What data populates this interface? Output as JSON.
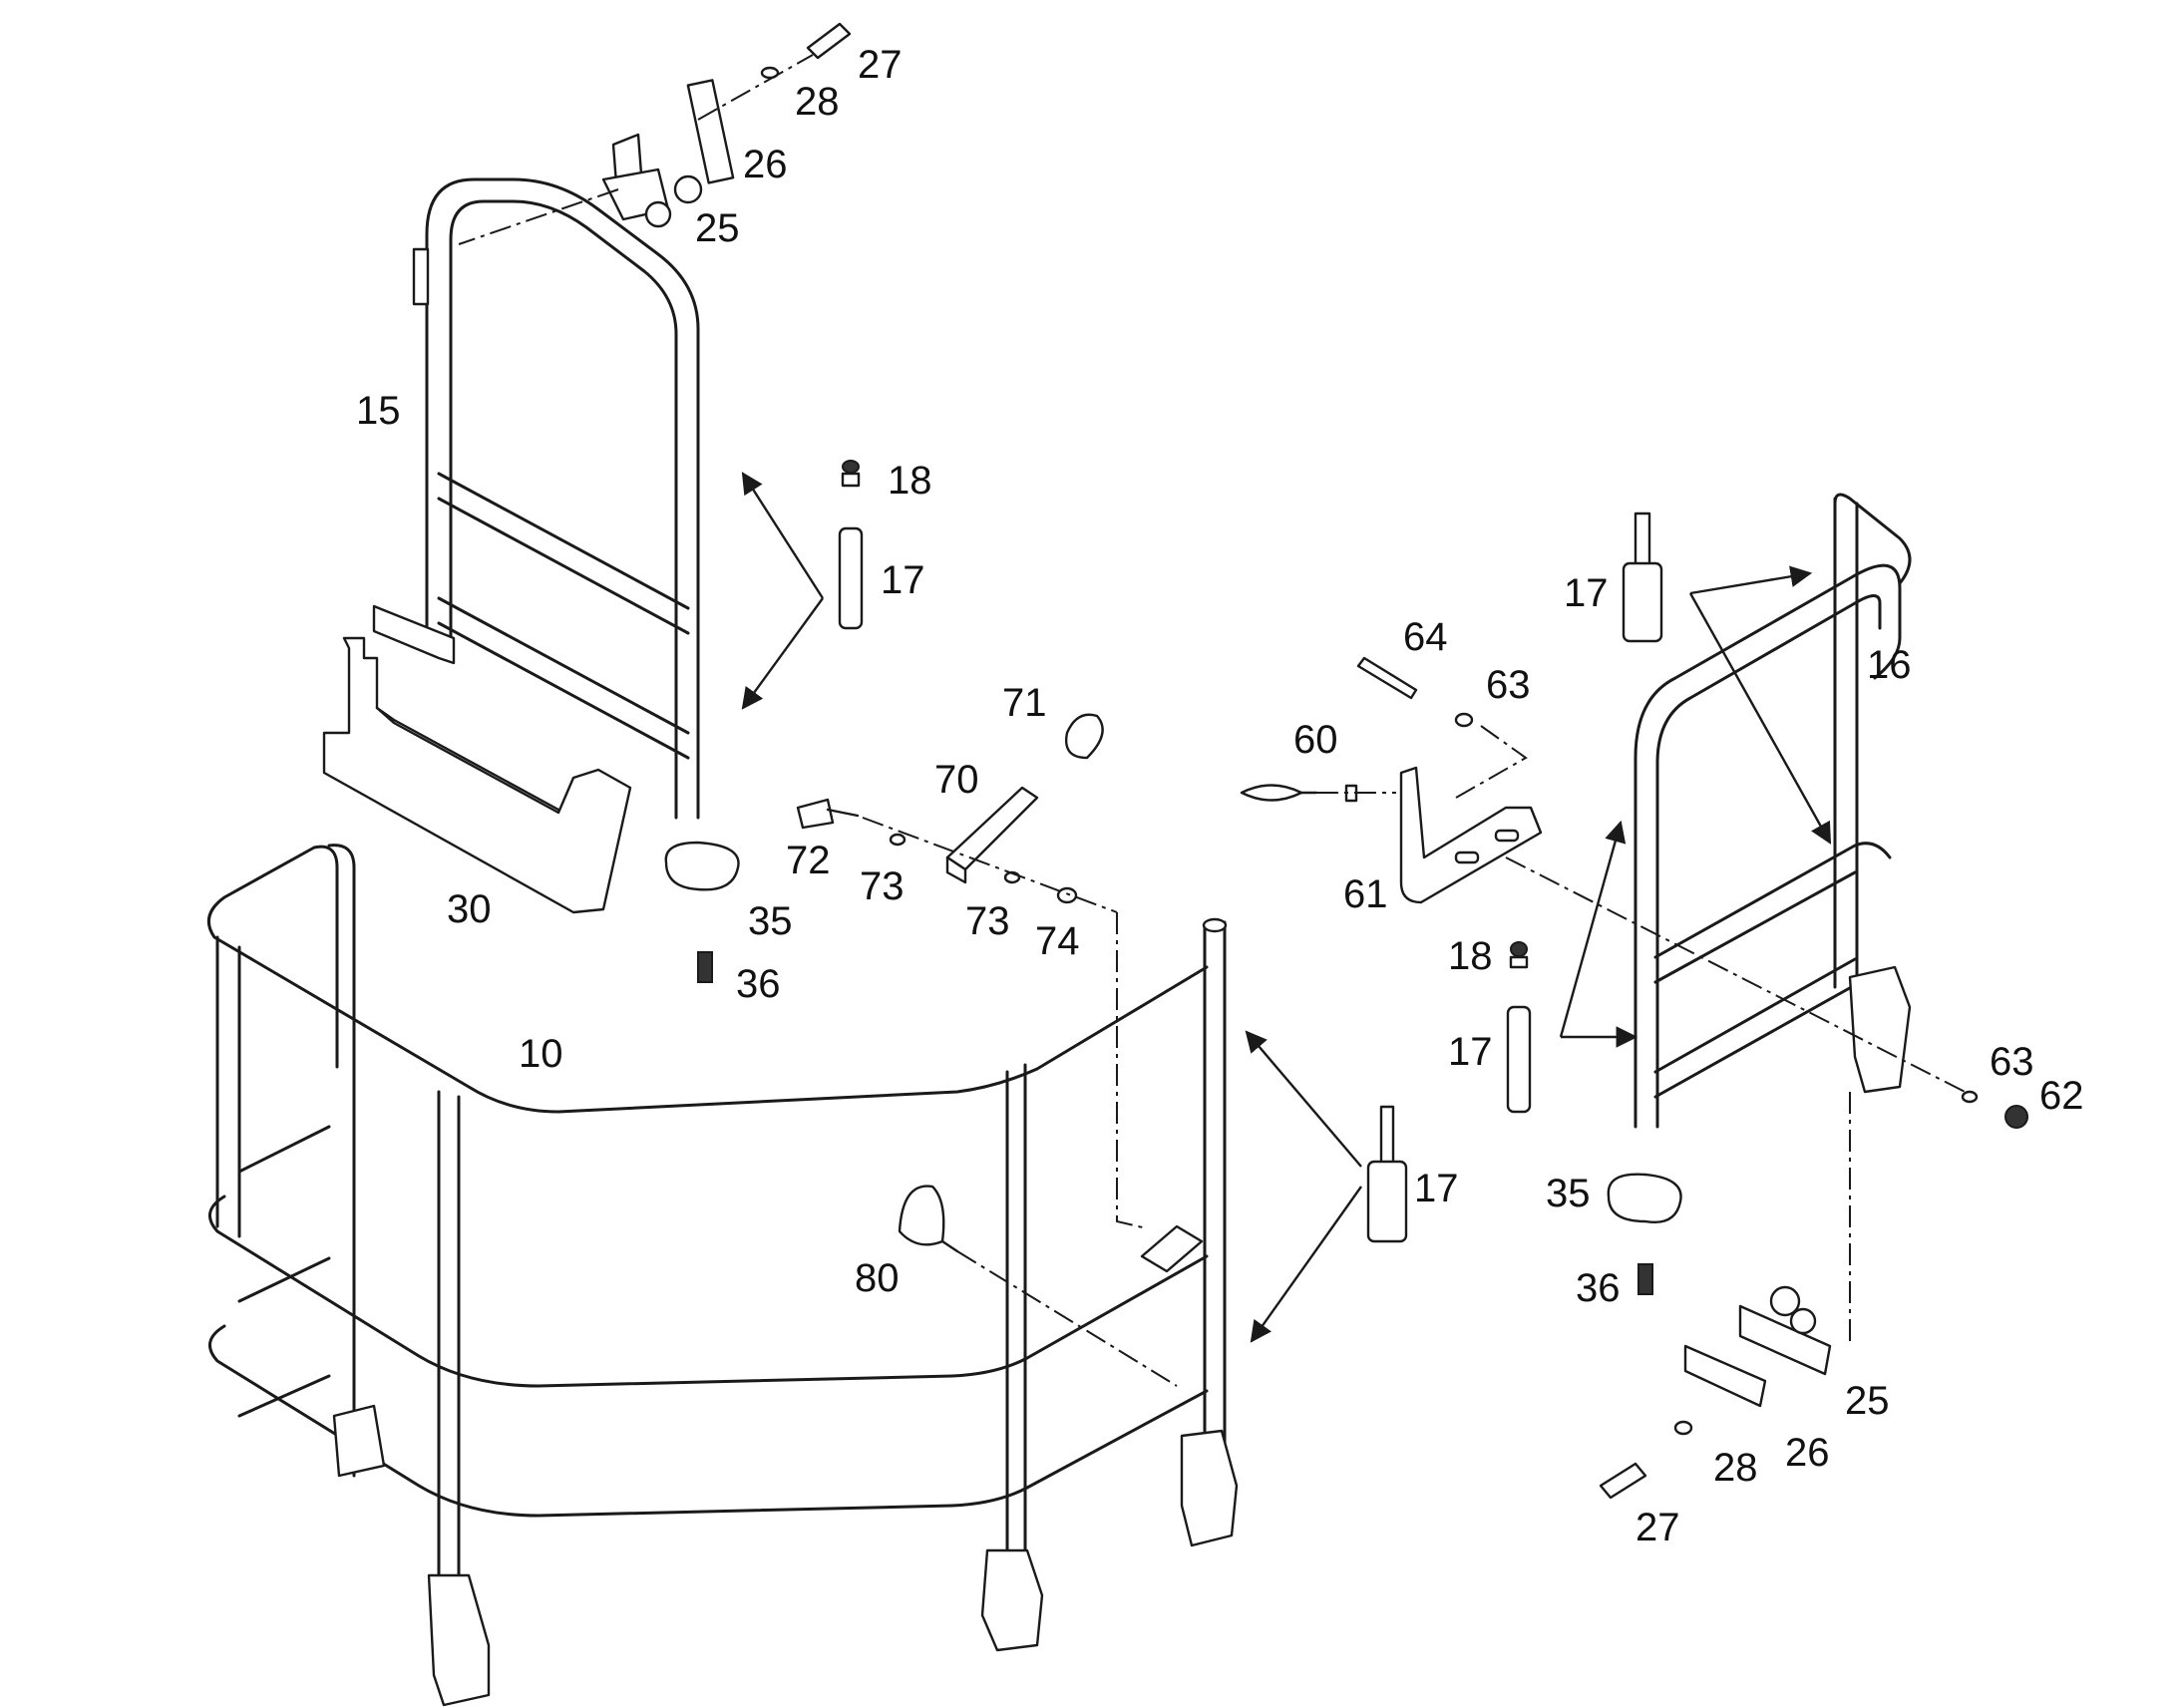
{
  "labels": {
    "l27_top": "27",
    "l28_top": "28",
    "l26_top": "26",
    "l25_top": "25",
    "l15": "15",
    "l18_left": "18",
    "l17_left": "17",
    "l71": "71",
    "l70": "70",
    "l72": "72",
    "l73_a": "73",
    "l73_b": "73",
    "l74": "74",
    "l30": "30",
    "l35_left": "35",
    "l36_left": "36",
    "l10": "10",
    "l80": "80",
    "l17_mid": "17",
    "l17_right_top": "17",
    "l16": "16",
    "l64": "64",
    "l63_top": "63",
    "l60": "60",
    "l61": "61",
    "l18_right": "18",
    "l17_right_low": "17",
    "l63_right": "63",
    "l62": "62",
    "l35_right": "35",
    "l36_right": "36",
    "l25_bottom": "25",
    "l26_bottom": "26",
    "l28_bottom": "28",
    "l27_bottom": "27"
  }
}
